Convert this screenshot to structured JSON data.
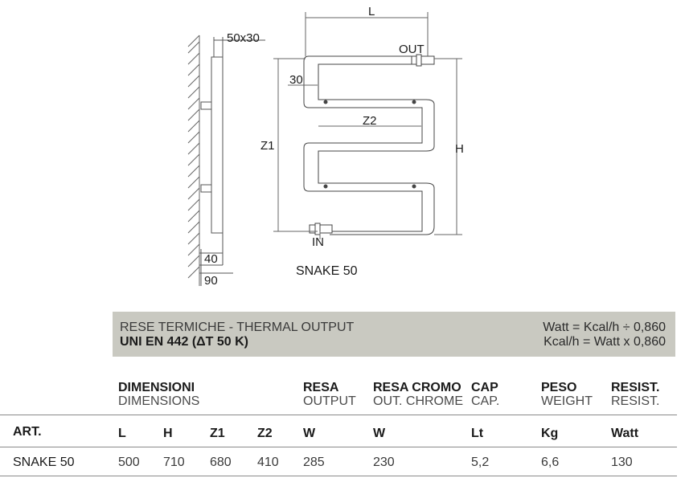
{
  "drawing": {
    "labels": {
      "side_section": "50x30",
      "width": "L",
      "outlet": "OUT",
      "bar_spacing": "30",
      "z2": "Z2",
      "z1": "Z1",
      "height": "H",
      "inlet": "IN",
      "depth_40": "40",
      "depth_90": "90",
      "model": "SNAKE 50"
    }
  },
  "band": {
    "title": "RESE TERMICHE - THERMAL OUTPUT",
    "standard": "UNI EN 442 (ΔT 50 K)",
    "conv1": "Watt = Kcal/h ÷ 0,860",
    "conv2": "Kcal/h = Watt x 0,860"
  },
  "table": {
    "groups": [
      {
        "it": "DIMENSIONI",
        "en": "DIMENSIONS"
      },
      {
        "it": "RESA",
        "en": "OUTPUT"
      },
      {
        "it": "RESA CROMO",
        "en": "OUT. CHROME"
      },
      {
        "it": "CAP",
        "en": "CAP."
      },
      {
        "it": "PESO",
        "en": "WEIGHT"
      },
      {
        "it": "RESIST.",
        "en": "RESIST."
      }
    ],
    "art_label": "ART.",
    "units": [
      "L",
      "H",
      "Z1",
      "Z2",
      "W",
      "W",
      "Lt",
      "Kg",
      "Watt"
    ],
    "rows": [
      {
        "art": "SNAKE 50",
        "values": [
          "500",
          "710",
          "680",
          "410",
          "285",
          "230",
          "5,2",
          "6,6",
          "130"
        ]
      }
    ]
  }
}
